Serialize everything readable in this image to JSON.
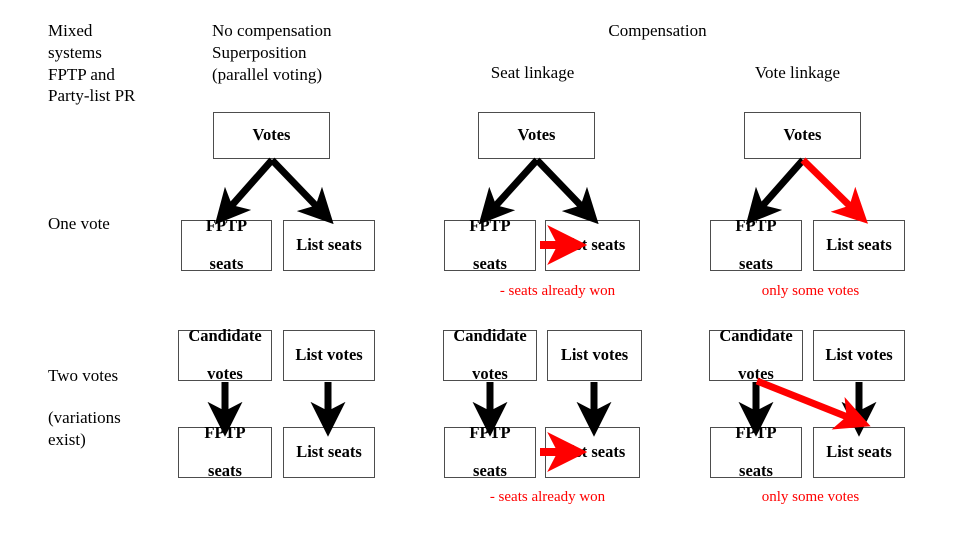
{
  "corner": {
    "lines": [
      "Mixed",
      "systems",
      "FPTP and",
      "Party-list PR"
    ],
    "line1": "Mixed",
    "line2": "systems",
    "line3": "FPTP and",
    "line4": "Party-list PR"
  },
  "headers": {
    "compensation": "Compensation",
    "col1_line1": "No compensation",
    "col1_line2": "Superposition",
    "col1_line3": "(parallel voting)",
    "col2": "Seat linkage",
    "col3": "Vote linkage"
  },
  "rows": {
    "one_vote": "One vote",
    "two_votes": "Two votes",
    "two_votes_note1": "(variations",
    "two_votes_note2": "exist)"
  },
  "boxes": {
    "votes": "Votes",
    "fptp_line1": "FPTP",
    "fptp_line2": "seats",
    "list_seats": "List seats",
    "candidate_line1": "Candidate",
    "candidate_line2": "votes",
    "list_votes": "List votes"
  },
  "notes": {
    "seats_already_won": "- seats already won",
    "only_some_votes": "only some votes"
  },
  "colors": {
    "arrow_black": "#000000",
    "arrow_red": "#ff0000",
    "note_red": "#ff0000",
    "box_border": "#4d4d4d",
    "background": "#ffffff"
  }
}
